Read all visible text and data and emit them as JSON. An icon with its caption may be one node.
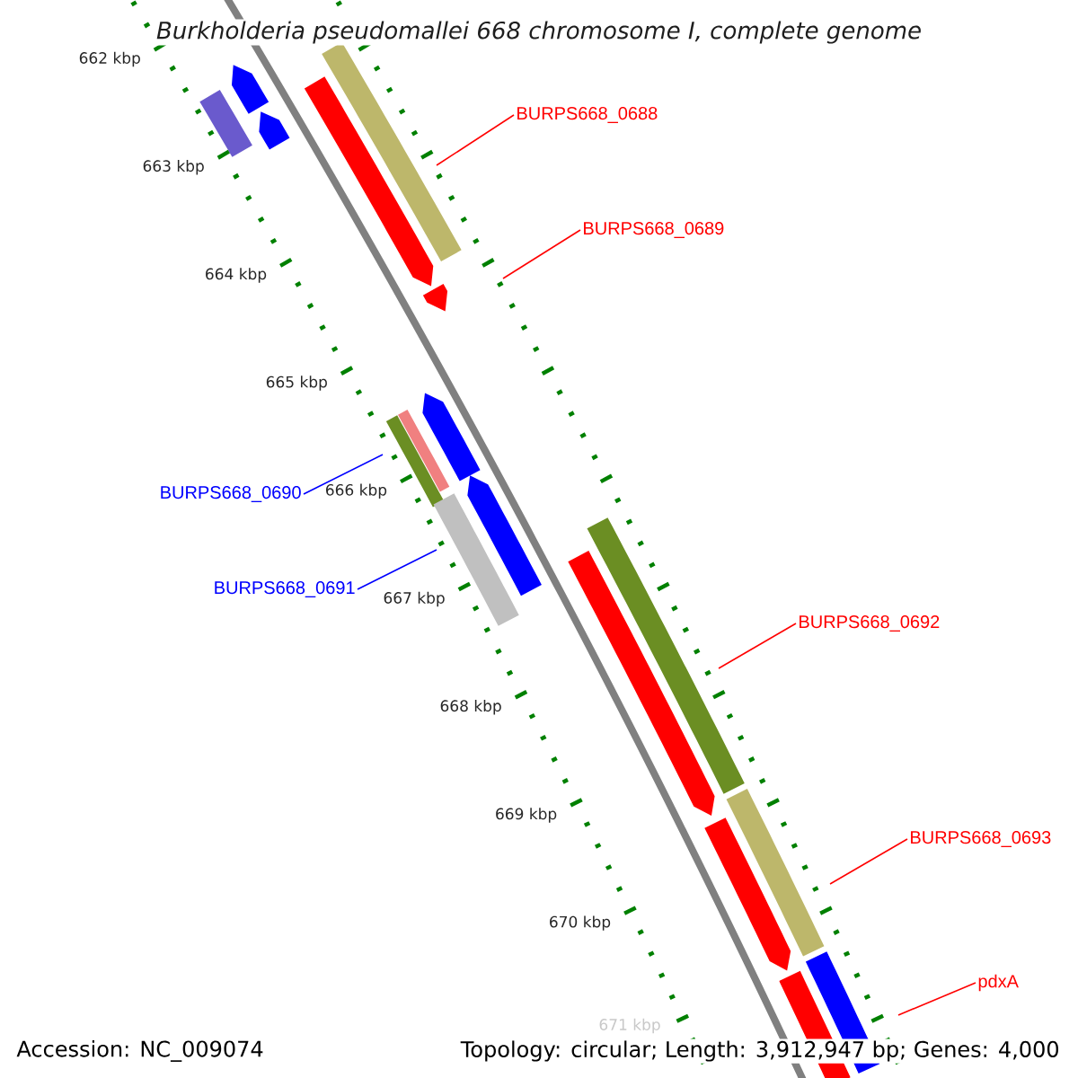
{
  "diagram": {
    "title": "Burkholderia pseudomallei 668 chromosome I, complete genome",
    "nodes": [
      {
        "text": [
          "BURPS668_0688"
        ]
      },
      {
        "text": [
          "BURPS668_0689"
        ]
      },
      {
        "text": [
          "BURPS668_0690"
        ]
      },
      {
        "text": [
          "BURPS668_0691"
        ]
      },
      {
        "text": [
          "BURPS668_0692"
        ]
      },
      {
        "text": [
          "BURPS668_0693"
        ]
      },
      {
        "text": [
          "pdxA"
        ]
      }
    ],
    "edges": [
      {
        "from": 0,
        "to": null,
        "arrow": "none"
      },
      {
        "from": 1,
        "to": null,
        "arrow": "none"
      },
      {
        "from": 2,
        "to": null,
        "arrow": "none",
        "color": "#0000ff"
      },
      {
        "from": 3,
        "to": null,
        "arrow": "none",
        "color": "#0000ff"
      },
      {
        "from": 4,
        "to": null,
        "arrow": "none"
      },
      {
        "from": 5,
        "to": null,
        "arrow": "none"
      },
      {
        "from": 6,
        "to": null,
        "arrow": "none"
      }
    ],
    "labels": [
      "662 kbp",
      "663 kbp",
      "664 kbp",
      "665 kbp",
      "666 kbp",
      "667 kbp",
      "668 kbp",
      "669 kbp",
      "670 kbp",
      "671 kbp",
      "Accession: NC_009074",
      "Topology: circular; Length: 3,912,947 bp; Genes: 4,000"
    ]
  }
}
